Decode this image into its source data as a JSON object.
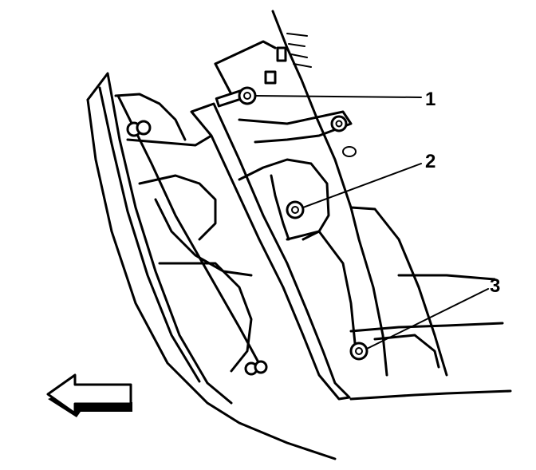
{
  "diagram": {
    "callouts": [
      {
        "label": "1"
      },
      {
        "label": "2"
      },
      {
        "label": "3"
      }
    ],
    "direction_arrow": {
      "points": "left"
    }
  }
}
